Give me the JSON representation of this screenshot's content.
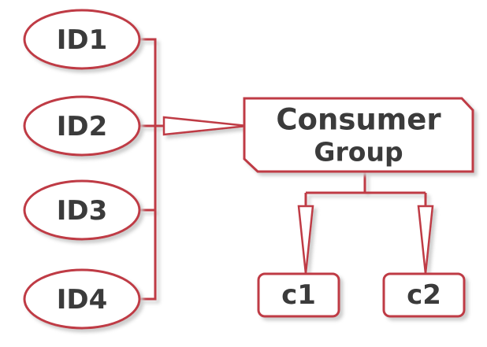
{
  "colors": {
    "accent": "#bf3b45",
    "text": "#3b3b3b",
    "shadow": "#c8c8c8"
  },
  "diagram": {
    "ids": [
      "ID1",
      "ID2",
      "ID3",
      "ID4"
    ],
    "group": {
      "line1": "Consumer",
      "line2": "Group"
    },
    "consumers": [
      "c1",
      "c2"
    ]
  }
}
